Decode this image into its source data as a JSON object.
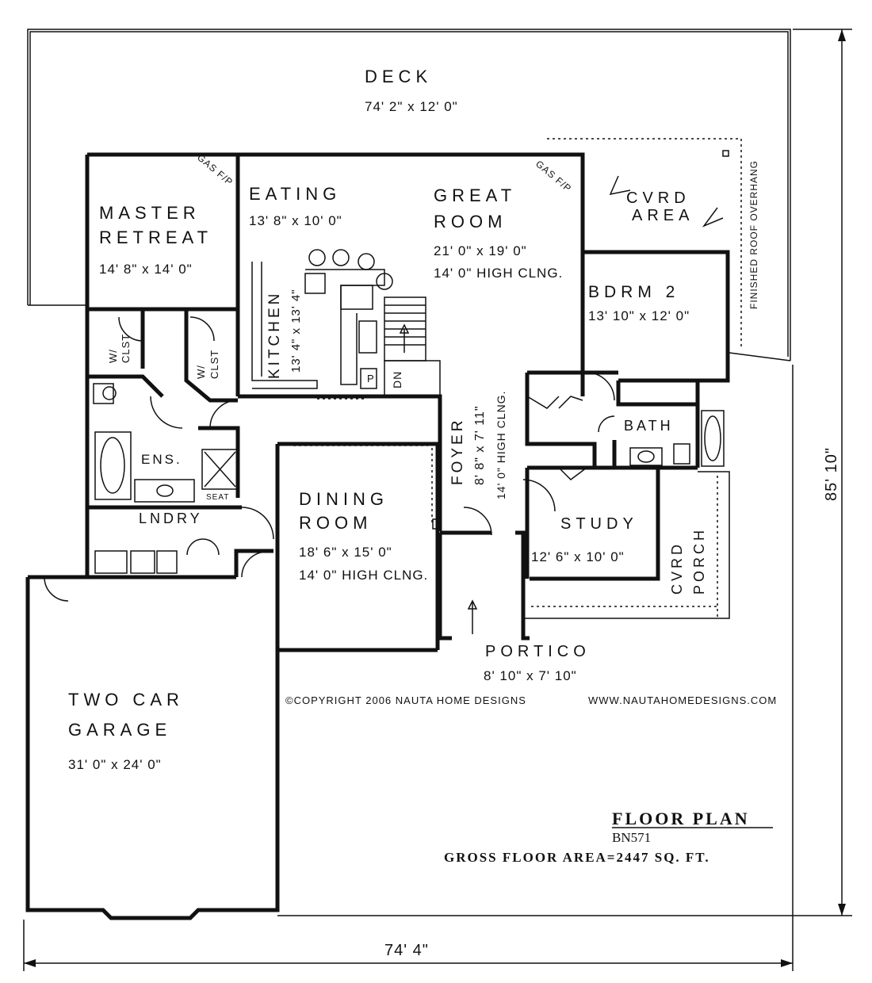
{
  "rooms": {
    "deck": {
      "name": "DECK",
      "size": "74' 2\" x 12' 0\""
    },
    "master": {
      "name1": "MASTER",
      "name2": "RETREAT",
      "size": "14' 8\" x 14' 0\""
    },
    "eating": {
      "name": "EATING",
      "size": "13' 8\" x 10' 0\""
    },
    "great": {
      "name1": "GREAT",
      "name2": "ROOM",
      "size": "21' 0\" x 19' 0\"",
      "ceiling": "14' 0\" HIGH CLNG."
    },
    "kitchen": {
      "name": "KITCHEN",
      "size": "13' 4\" x 13' 4\""
    },
    "bdrm2": {
      "name": "BDRM 2",
      "size": "13' 10\" x 12' 0\""
    },
    "cvrd_area": {
      "name1": "CVRD",
      "name2": "AREA"
    },
    "foyer": {
      "name": "FOYER",
      "size": "8' 8\" x 7' 11\"",
      "ceiling": "14' 0\" HIGH CLNG."
    },
    "ens": {
      "name": "ENS."
    },
    "seat": {
      "name": "SEAT"
    },
    "wic1": {
      "name1": "W/",
      "name2": "CLST"
    },
    "wic2": {
      "name1": "W/",
      "name2": "CLST"
    },
    "lndry": {
      "name": "LNDRY"
    },
    "dining": {
      "name1": "DINING",
      "name2": "ROOM",
      "size": "18' 6\" x 15' 0\"",
      "ceiling": "14' 0\" HIGH CLNG."
    },
    "bath": {
      "name": "BATH"
    },
    "study": {
      "name": "STUDY",
      "size": "12' 6\" x 10' 0\""
    },
    "porch": {
      "name1": "CVRD",
      "name2": "PORCH"
    },
    "portico": {
      "name": "PORTICO",
      "size": "8' 10\" x 7' 10\""
    },
    "garage": {
      "name1": "TWO CAR",
      "name2": "GARAGE",
      "size": "31' 0\" x 24' 0\""
    }
  },
  "annotations": {
    "gas_fp_1": "GAS F/P",
    "gas_fp_2": "GAS F/P",
    "roof_overhang": "FINISHED ROOF OVERHANG",
    "dn": "DN",
    "pantry": "P",
    "copyright": "©COPYRIGHT 2006 NAUTA HOME DESIGNS",
    "website": "WWW.NAUTAHOMEDESIGNS.COM"
  },
  "title_block": {
    "title": "FLOOR PLAN",
    "code": "BN571",
    "area": "GROSS FLOOR AREA=2447 SQ. FT."
  },
  "dimensions": {
    "width": "74' 4\"",
    "depth": "85' 10\""
  }
}
